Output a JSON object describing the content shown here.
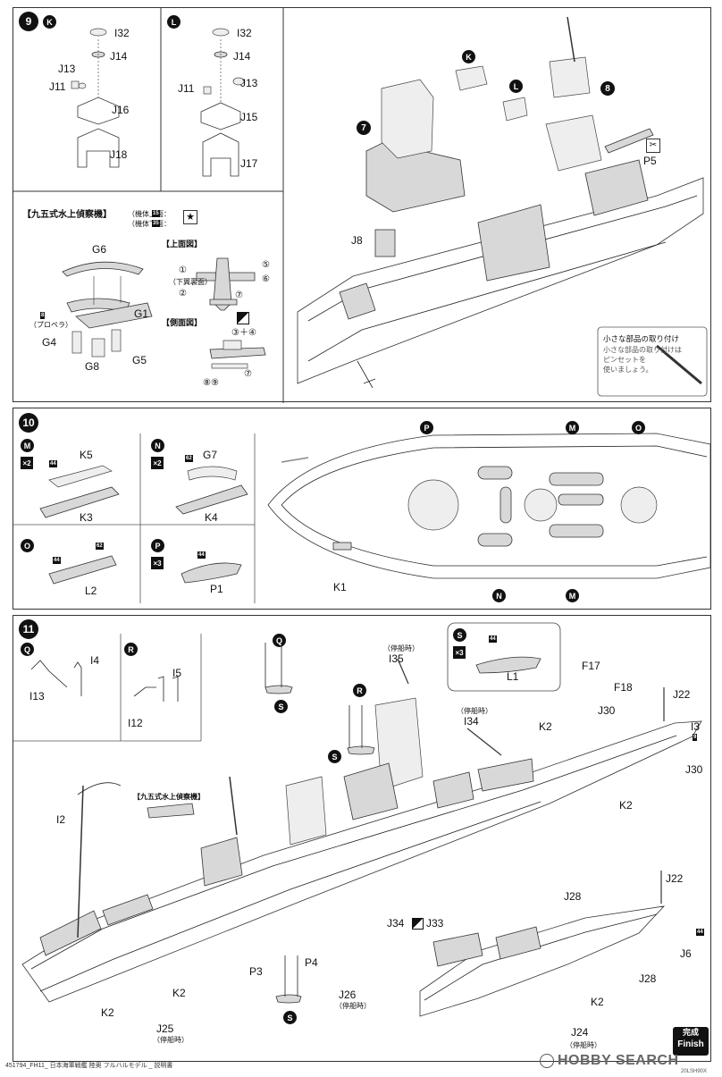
{
  "step9": {
    "number": "9",
    "sub_k": "K",
    "sub_l": "L",
    "k_parts": {
      "i32": "I32",
      "j14": "J14",
      "j13": "J13",
      "j11": "J11",
      "j16": "J16",
      "j18": "J18"
    },
    "l_parts": {
      "i32": "I32",
      "j14": "J14",
      "j11": "J11",
      "j13": "J13",
      "j15": "J15",
      "j17": "J17"
    },
    "ship_parts": {
      "k": "K",
      "l": "L",
      "seven": "7",
      "eight": "8",
      "j8": "J8",
      "p5": "P5"
    },
    "seaplane": {
      "title": "【九五式水上偵察機】",
      "body_top_label": "（機体上面：",
      "body_top_num": "15",
      "body_bottom_label": "（機体下面：",
      "body_bottom_num": "35",
      "g6": "G6",
      "g1": "G1",
      "g4": "G4",
      "g8": "G8",
      "g5": "G5",
      "prop_num": "8",
      "prop_label": "（プロペラ）",
      "top_view": "【上面図】",
      "side_view": "【側面図】",
      "c1": "①",
      "c2": "②",
      "c5": "⑤",
      "c6": "⑥",
      "c7": "⑦",
      "under_wing": "（下翼裏面）",
      "c34": "③＋④",
      "c7b": "⑦",
      "c89": "⑧⑨"
    },
    "tip": {
      "title": "小さな部品の取り付け",
      "body1": "小さな部品の取り付けは",
      "body2": "ピンセットを",
      "body3": "使いましょう。"
    }
  },
  "step10": {
    "number": "10",
    "m": {
      "sub": "M",
      "qty": "×2",
      "color": "44",
      "k5": "K5",
      "k3": "K3"
    },
    "n": {
      "sub": "N",
      "qty": "×2",
      "color": "62",
      "g7": "G7",
      "k4": "K4"
    },
    "o": {
      "sub": "O",
      "color1": "44",
      "color2": "62",
      "l2": "L2"
    },
    "p": {
      "sub": "P",
      "qty": "×3",
      "color": "44",
      "p1": "P1"
    },
    "ship": {
      "p": "P",
      "m": "M",
      "o": "O",
      "n": "N",
      "k1": "K1"
    }
  },
  "step11": {
    "number": "11",
    "q": {
      "sub": "Q",
      "i4": "I4",
      "i13": "I13"
    },
    "r": {
      "sub": "R",
      "i5": "I5",
      "i12": "I12"
    },
    "s": {
      "sub": "S",
      "qty": "×3",
      "color": "44",
      "l1": "L1"
    },
    "ship": {
      "moored1": "（停船時）",
      "i35": "I35",
      "moored2": "（停船時）",
      "i34": "I34",
      "k2a": "K2",
      "f17": "F17",
      "f18": "F18",
      "j30a": "J30",
      "j22a": "J22",
      "i3": "I3",
      "i3num": "9",
      "j30b": "J30",
      "k2b": "K2",
      "i2": "I2",
      "seaplane": "【九五式水上偵察機】",
      "j34": "J34",
      "j33": "J33",
      "k2c": "K2",
      "k2d": "K2",
      "p3": "P3",
      "p4": "P4",
      "j26": "J26",
      "moored3": "（停船時）",
      "j25": "J25",
      "moored4": "（停船時）",
      "j22b": "J22",
      "j28a": "J28",
      "j28b": "J28",
      "j6": "J6",
      "j6color": "44",
      "k2e": "K2",
      "j24": "J24",
      "moored5": "（停船時）",
      "q": "Q",
      "s1": "S",
      "r": "R",
      "s2": "S",
      "s3": "S"
    }
  },
  "finish": {
    "line1": "完成",
    "line2": "Finish"
  },
  "footer": {
    "left": "451794_FH11_ 日本海軍戦艦 陸奥 フルハルモデル _ 説明書",
    "logo": "HOBBY SEARCH",
    "right": "20LSH90X"
  }
}
